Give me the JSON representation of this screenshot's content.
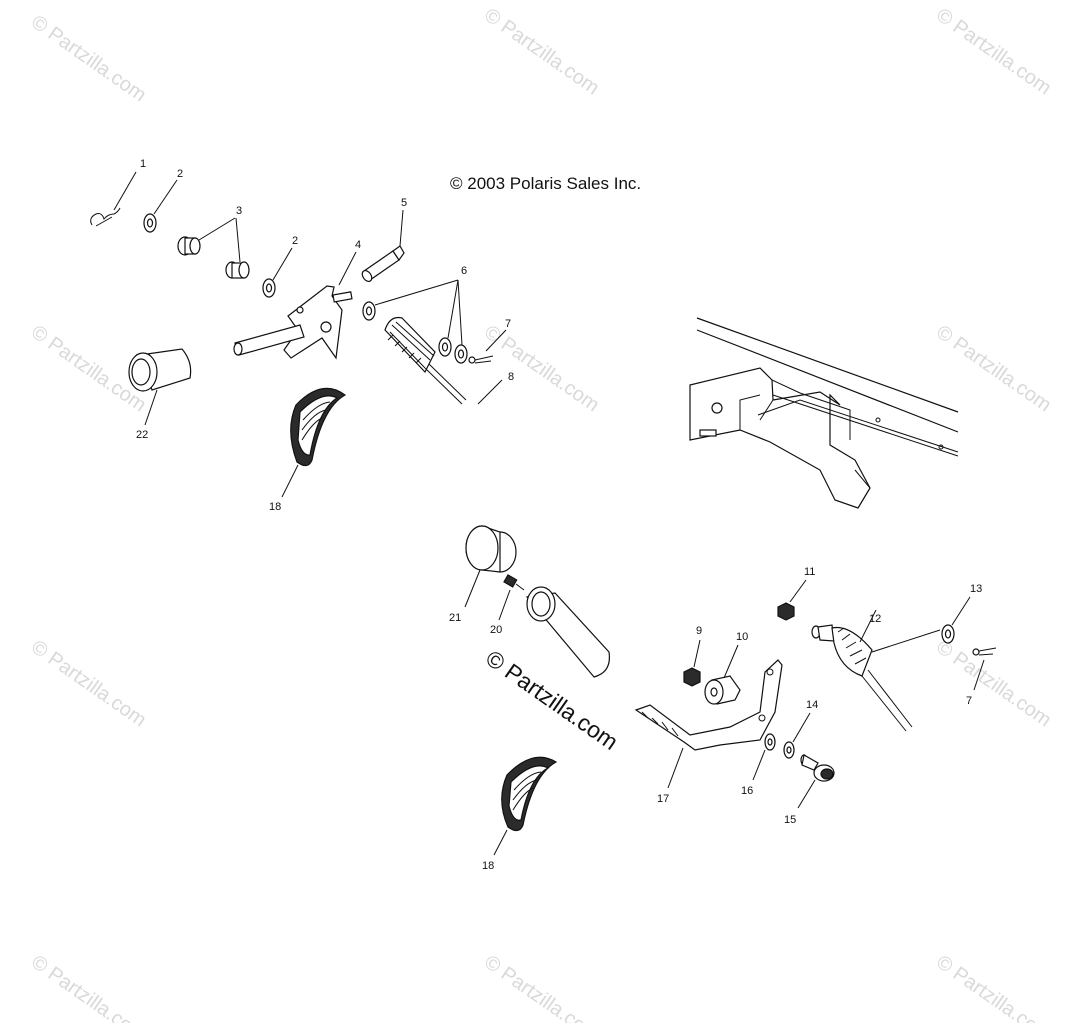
{
  "copyright": "© 2003 Polaris Sales Inc.",
  "watermark": "© Partzilla.com",
  "callouts": {
    "c1": "1",
    "c2a": "2",
    "c2b": "2",
    "c3": "3",
    "c4": "4",
    "c5": "5",
    "c6": "6",
    "c7a": "7",
    "c7b": "7",
    "c8": "8",
    "c9": "9",
    "c10": "10",
    "c11": "11",
    "c12": "12",
    "c13": "13",
    "c14": "14",
    "c15": "15",
    "c16": "16",
    "c17": "17",
    "c18a": "18",
    "c18b": "18",
    "c20": "20",
    "c21": "21",
    "c22": "22"
  }
}
